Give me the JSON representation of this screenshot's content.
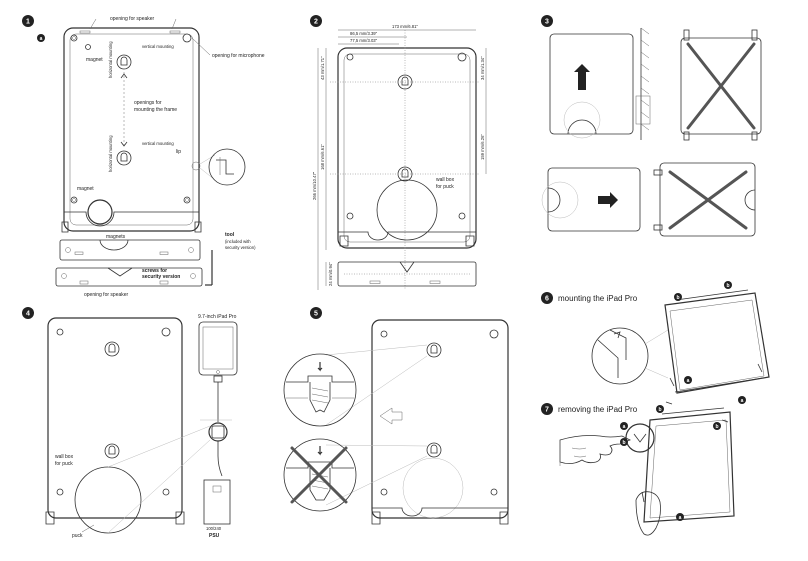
{
  "steps": {
    "s1": {
      "badge": "1",
      "sub": "a"
    },
    "s2": {
      "badge": "2"
    },
    "s3": {
      "badge": "3"
    },
    "s4": {
      "badge": "4"
    },
    "s5": {
      "badge": "5"
    },
    "s6": {
      "badge": "6",
      "title": "mounting the iPad Pro"
    },
    "s7": {
      "badge": "7",
      "title": "removing the iPad Pro"
    }
  },
  "step1": {
    "speaker_top": "opening for speaker",
    "microphone": "opening for microphone",
    "magnet_top": "magnet",
    "vertical_mounting": "vertical mounting",
    "horizontal_mounting": "horizontal mounting",
    "openings_frame_1": "openings for",
    "openings_frame_2": "mounting the frame",
    "lip": "lip",
    "magnet_bottom": "magnet",
    "magnets": "magnets",
    "tool": "tool",
    "tool_note_1": "(included with",
    "tool_note_2": "security version)",
    "screws_1": "screws for",
    "screws_2": "security version",
    "speaker_bottom": "opening for speaker"
  },
  "step2": {
    "dim_width": "173 mm/6.81\"",
    "dim_86": "86,5 mm/3.39\"",
    "dim_77": "77,5 mm/3.03\"",
    "dim_43": "43 mm/1.71\"",
    "dim_34": "34 mm/1.34\"",
    "dim_168": "168 mm/6.61\"",
    "dim_159": "159 mm/6.26\"",
    "dim_266": "266 mm/10.47\"",
    "dim_24": "24 mm/0.94\"",
    "wallbox_1": "wall box",
    "wallbox_2": "for puck"
  },
  "step4": {
    "ipad": "9.7-inch iPad Pro",
    "wallbox_1": "wall box",
    "wallbox_2": "for puck",
    "puck": "puck",
    "psu_1": "100/240",
    "psu_2": "PSU"
  },
  "markers": {
    "a": "a",
    "b": "b"
  }
}
